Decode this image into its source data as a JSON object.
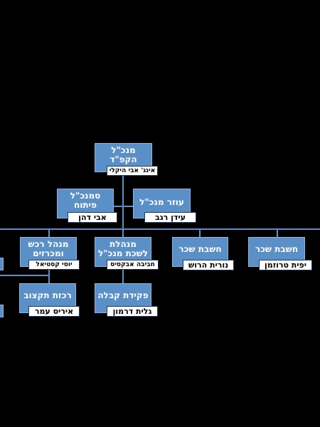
{
  "org_chart": {
    "ceo": {
      "title": "מנכ\"ל\nהקפ\"ד",
      "name": "אינג' אבי היקלי"
    },
    "deputy_dev": {
      "title": "סמנכ\"ל\nפיתוח",
      "name": "אבי דהן"
    },
    "assistant": {
      "title": "עוזר מנכ\"ל",
      "name": "עידן רגב"
    },
    "accountant_1": {
      "title": "חשבת שכר",
      "name": "יפית טרוזמן"
    },
    "accountant_2": {
      "title": "חשבת שכר",
      "name": "נורית הרוש"
    },
    "office_manager": {
      "title": "מנהלת\nלשכת מנכ\"ל",
      "name": "חביבה אבקסיס"
    },
    "procurement_manager": {
      "title": "מנהל רכש\nומכרזים",
      "name": "יוסי קסטיאל"
    },
    "receptionist": {
      "title": "פקידת קבלה",
      "name": "גלית דרמון"
    },
    "procurement_coordinator": {
      "title": "רכזת תקצוב",
      "name": "איריס עמר"
    }
  }
}
